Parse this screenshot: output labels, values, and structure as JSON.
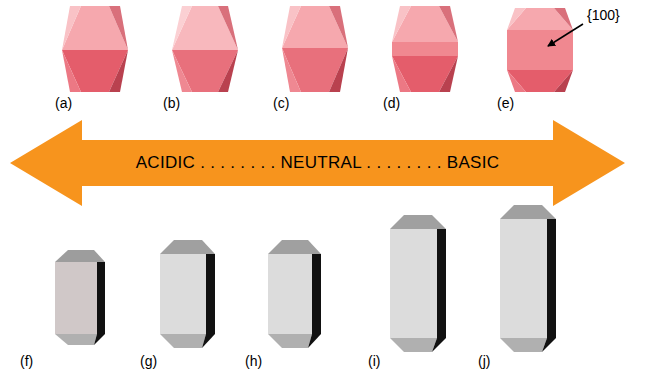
{
  "diagram": {
    "nodes": [
      {
        "text": [
          "ACIDIC . . . . . . . . NEUTRAL . . . . . . . . BASIC"
        ]
      }
    ],
    "labels": [
      "(a)",
      "(b)",
      "(c)",
      "(d)",
      "(e)",
      "(f)",
      "(g)",
      "(h)",
      "(i)",
      "(j)",
      "{100}"
    ]
  }
}
